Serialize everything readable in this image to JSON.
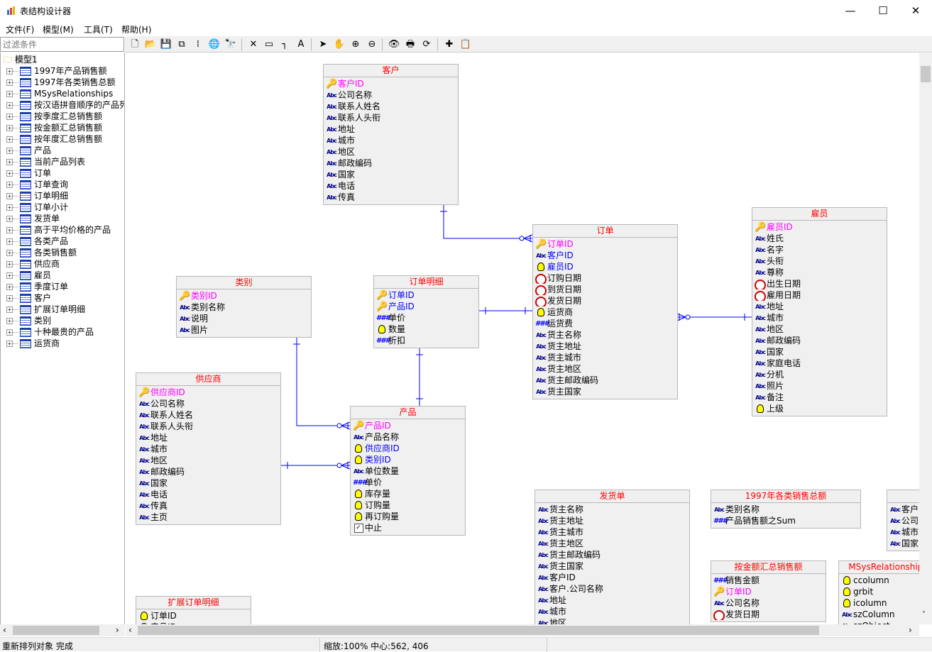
{
  "window": {
    "title": "表结构设计器",
    "minimize": "—",
    "maximize": "☐",
    "close": "✕"
  },
  "menu": [
    "文件(F)",
    "模型(M)",
    "工具(T)",
    "帮助(H)"
  ],
  "filter": {
    "placeholder": "过滤条件",
    "value": ""
  },
  "toolbar": [
    {
      "icon": "new-icon",
      "glyph": "🗋"
    },
    {
      "icon": "open-icon",
      "glyph": "📂"
    },
    {
      "icon": "save-icon",
      "glyph": "💾"
    },
    {
      "icon": "copy-icon",
      "glyph": "⧉"
    },
    {
      "icon": "layout-icon",
      "glyph": "⁞"
    },
    {
      "icon": "globe-icon",
      "glyph": "🌐"
    },
    {
      "icon": "find-icon",
      "glyph": "🔭"
    },
    {
      "icon": "delete-icon",
      "glyph": "✕"
    },
    {
      "icon": "table-icon",
      "glyph": "▭"
    },
    {
      "icon": "relation-icon",
      "glyph": "┐"
    },
    {
      "icon": "text-icon",
      "glyph": "A"
    },
    {
      "icon": "pointer-icon",
      "glyph": "➤"
    },
    {
      "icon": "hand-icon",
      "glyph": "✋"
    },
    {
      "icon": "zoom-in-icon",
      "glyph": "⊕"
    },
    {
      "icon": "zoom-out-icon",
      "glyph": "⊖"
    },
    {
      "icon": "view-icon",
      "glyph": "👁"
    },
    {
      "icon": "print-icon",
      "glyph": "🖶"
    },
    {
      "icon": "refresh-icon",
      "glyph": "⟳"
    },
    {
      "icon": "add-field-icon",
      "glyph": "✚"
    },
    {
      "icon": "properties-icon",
      "glyph": "📋"
    }
  ],
  "tree": {
    "root": "模型1",
    "items": [
      "1997年产品销售额",
      "1997年各类销售总额",
      "MSysRelationships",
      "按汉语拼音顺序的产品列",
      "按季度汇总销售额",
      "按金额汇总销售额",
      "按年度汇总销售额",
      "产品",
      "当前产品列表",
      "订单",
      "订单查询",
      "订单明细",
      "订单小计",
      "发货单",
      "高于平均价格的产品",
      "各类产品",
      "各类销售额",
      "供应商",
      "雇员",
      "季度订单",
      "客户",
      "扩展订单明细",
      "类别",
      "十种最贵的产品",
      "运货商"
    ]
  },
  "colors": {
    "title": "#ff0000",
    "primary_key": "#ff00ff",
    "foreign_key": "#0000ff",
    "relation": "#0000ff"
  },
  "tables": [
    {
      "name": "客户",
      "fields": [
        [
          "key",
          "客户ID",
          "pk"
        ],
        [
          "abc",
          "公司名称"
        ],
        [
          "abc",
          "联系人姓名"
        ],
        [
          "abc",
          "联系人头衔"
        ],
        [
          "abc",
          "地址"
        ],
        [
          "abc",
          "城市"
        ],
        [
          "abc",
          "地区"
        ],
        [
          "abc",
          "邮政编码"
        ],
        [
          "abc",
          "国家"
        ],
        [
          "abc",
          "电话"
        ],
        [
          "abc",
          "传真"
        ]
      ]
    },
    {
      "name": "订单",
      "fields": [
        [
          "key",
          "订单ID",
          "pk"
        ],
        [
          "abc",
          "客户ID",
          "fk"
        ],
        [
          "num",
          "雇员ID",
          "fk"
        ],
        [
          "date",
          "订购日期"
        ],
        [
          "date",
          "到货日期"
        ],
        [
          "date",
          "发货日期"
        ],
        [
          "num",
          "运货商"
        ],
        [
          "money",
          "运货费"
        ],
        [
          "abc",
          "货主名称"
        ],
        [
          "abc",
          "货主地址"
        ],
        [
          "abc",
          "货主城市"
        ],
        [
          "abc",
          "货主地区"
        ],
        [
          "abc",
          "货主邮政编码"
        ],
        [
          "abc",
          "货主国家"
        ]
      ]
    },
    {
      "name": "雇员",
      "fields": [
        [
          "key",
          "雇员ID",
          "pk"
        ],
        [
          "abc",
          "姓氏"
        ],
        [
          "abc",
          "名字"
        ],
        [
          "abc",
          "头衔"
        ],
        [
          "abc",
          "尊称"
        ],
        [
          "date",
          "出生日期"
        ],
        [
          "date",
          "雇用日期"
        ],
        [
          "abc",
          "地址"
        ],
        [
          "abc",
          "城市"
        ],
        [
          "abc",
          "地区"
        ],
        [
          "abc",
          "邮政编码"
        ],
        [
          "abc",
          "国家"
        ],
        [
          "abc",
          "家庭电话"
        ],
        [
          "abc",
          "分机"
        ],
        [
          "abc",
          "照片"
        ],
        [
          "abc",
          "备注"
        ],
        [
          "num",
          "上级"
        ]
      ]
    },
    {
      "name": "类别",
      "fields": [
        [
          "key",
          "类别ID",
          "pk"
        ],
        [
          "abc",
          "类别名称"
        ],
        [
          "abc",
          "说明"
        ],
        [
          "abc",
          "图片"
        ]
      ]
    },
    {
      "name": "订单明细",
      "fields": [
        [
          "key",
          "订单ID",
          "fk"
        ],
        [
          "key",
          "产品ID",
          "fk"
        ],
        [
          "money",
          "单价"
        ],
        [
          "num",
          "数量"
        ],
        [
          "money",
          "折扣"
        ]
      ]
    },
    {
      "name": "供应商",
      "fields": [
        [
          "key",
          "供应商ID",
          "pk"
        ],
        [
          "abc",
          "公司名称"
        ],
        [
          "abc",
          "联系人姓名"
        ],
        [
          "abc",
          "联系人头衔"
        ],
        [
          "abc",
          "地址"
        ],
        [
          "abc",
          "城市"
        ],
        [
          "abc",
          "地区"
        ],
        [
          "abc",
          "邮政编码"
        ],
        [
          "abc",
          "国家"
        ],
        [
          "abc",
          "电话"
        ],
        [
          "abc",
          "传真"
        ],
        [
          "abc",
          "主页"
        ]
      ]
    },
    {
      "name": "产品",
      "fields": [
        [
          "key",
          "产品ID",
          "pk"
        ],
        [
          "abc",
          "产品名称"
        ],
        [
          "num",
          "供应商ID",
          "fk"
        ],
        [
          "num",
          "类别ID",
          "fk"
        ],
        [
          "abc",
          "单位数量"
        ],
        [
          "money",
          "单价"
        ],
        [
          "num",
          "库存量"
        ],
        [
          "num",
          "订购量"
        ],
        [
          "num",
          "再订购量"
        ],
        [
          "bool",
          "中止"
        ]
      ]
    },
    {
      "name": "发货单",
      "fields": [
        [
          "abc",
          "货主名称"
        ],
        [
          "abc",
          "货主地址"
        ],
        [
          "abc",
          "货主城市"
        ],
        [
          "abc",
          "货主地区"
        ],
        [
          "abc",
          "货主邮政编码"
        ],
        [
          "abc",
          "货主国家"
        ],
        [
          "abc",
          "客户ID"
        ],
        [
          "abc",
          "客户.公司名称"
        ],
        [
          "abc",
          "地址"
        ],
        [
          "abc",
          "城市"
        ],
        [
          "abc",
          "地区"
        ]
      ]
    },
    {
      "name": "1997年各类销售总额",
      "fields": [
        [
          "abc",
          "类别名称"
        ],
        [
          "money",
          "产品销售额之Sum"
        ]
      ]
    },
    {
      "name": "",
      "fields": [
        [
          "abc",
          "客户"
        ],
        [
          "abc",
          "公司."
        ],
        [
          "abc",
          "城市"
        ],
        [
          "abc",
          "国家"
        ]
      ]
    },
    {
      "name": "按金额汇总销售额",
      "fields": [
        [
          "money",
          "销售金额"
        ],
        [
          "key",
          "订单ID",
          "pk"
        ],
        [
          "abc",
          "公司名称"
        ],
        [
          "date",
          "发货日期"
        ]
      ]
    },
    {
      "name": "MSysRelationships",
      "fields": [
        [
          "num",
          "ccolumn"
        ],
        [
          "num",
          "grbit"
        ],
        [
          "num",
          "icolumn"
        ],
        [
          "abc",
          "szColumn"
        ],
        [
          "abc",
          "szObject"
        ]
      ]
    },
    {
      "name": "扩展订单明细",
      "fields": [
        [
          "num",
          "订单ID"
        ],
        [
          "num",
          "产品ID"
        ]
      ]
    }
  ],
  "status": {
    "left": "重新排列对象 完成",
    "zoom": "缩放:100% 中心:562, 406"
  }
}
